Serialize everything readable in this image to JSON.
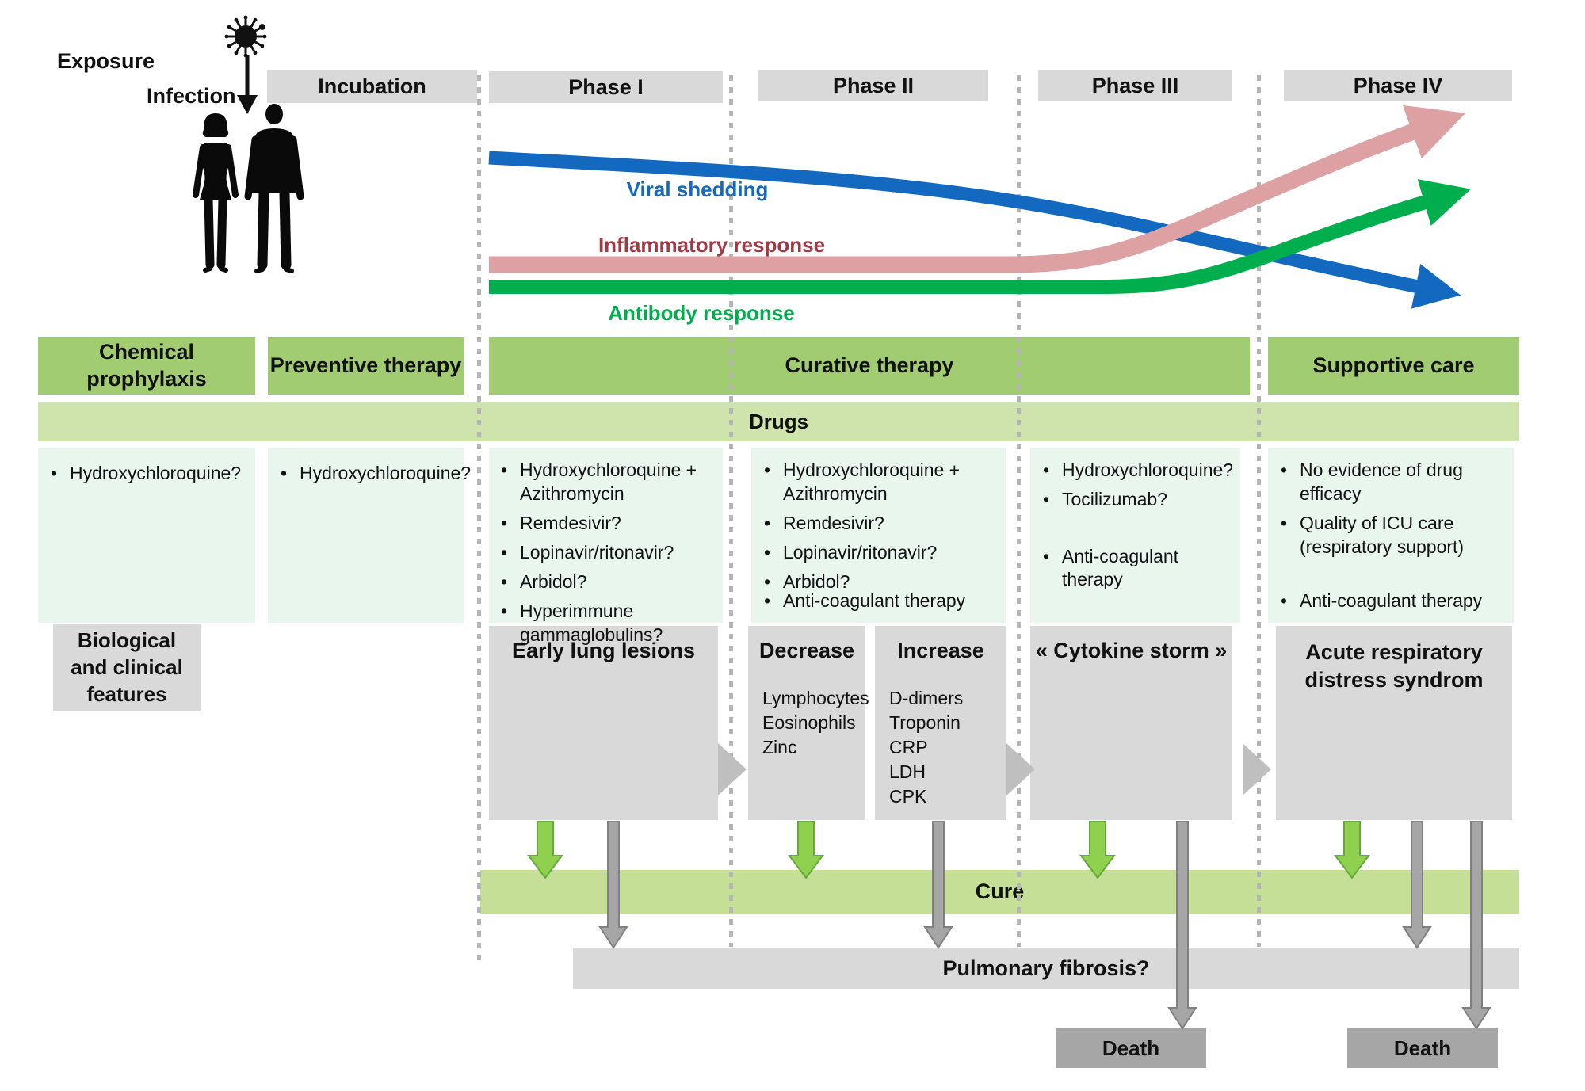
{
  "pre_phase": {
    "exposure": "Exposure",
    "infection": "Infection"
  },
  "phase_headers": [
    "Incubation",
    "Phase I",
    "Phase II",
    "Phase III",
    "Phase IV"
  ],
  "curves": {
    "viral_shedding": {
      "label": "Viral shedding",
      "color": "#1269bf"
    },
    "inflammatory_response": {
      "label": "Inflammatory response",
      "color": "#dda0a3",
      "label_color": "#9e3a44"
    },
    "antibody_response": {
      "label": "Antibody response",
      "color": "#00ae4e"
    }
  },
  "therapy_row": {
    "chemical_prophylaxis": "Chemical prophylaxis",
    "preventive_therapy": "Preventive therapy",
    "curative_therapy": "Curative therapy",
    "supportive_care": "Supportive care"
  },
  "drugs_band_label": "Drugs",
  "drug_columns": {
    "chemical_prophylaxis": [
      "Hydroxychloroquine?"
    ],
    "preventive_therapy": [
      "Hydroxychloroquine?"
    ],
    "phase1": [
      "Hydroxychloroquine + Azithromycin",
      "Remdesivir?",
      "Lopinavir/ritonavir?",
      "Arbidol?",
      "Hyperimmune gammaglobulins?"
    ],
    "phase2": {
      "items": [
        "Hydroxychloroquine + Azithromycin",
        "Remdesivir?",
        "Lopinavir/ritonavir?",
        "Arbidol?"
      ],
      "late": "Anti-coagulant therapy"
    },
    "phase3": {
      "items": [
        "Hydroxychloroquine?",
        "Tocilizumab?"
      ],
      "late": "Anti-coagulant therapy"
    },
    "phase4": {
      "items": [
        "No evidence of drug efficacy",
        "Quality of ICU care (respiratory support)"
      ],
      "late": "Anti-coagulant therapy"
    }
  },
  "features_label": "Biological and clinical features",
  "features": {
    "phase1": {
      "title": "Early lung lesions"
    },
    "phase2_decrease": {
      "title": "Decrease",
      "items": [
        "Lymphocytes",
        "Eosinophils",
        "Zinc"
      ]
    },
    "phase2_increase": {
      "title": "Increase",
      "items": [
        "D-dimers",
        "Troponin",
        "CRP",
        "LDH",
        "CPK"
      ]
    },
    "phase3": {
      "title": "« Cytokine storm »"
    },
    "phase4": {
      "title": "Acute respiratory distress syndrom"
    }
  },
  "outcomes": {
    "cure": "Cure",
    "fibrosis": "Pulmonary fibrosis?",
    "death1": "Death",
    "death2": "Death"
  },
  "colors": {
    "phase_header_bg": "#d9d9d9",
    "therapy_green": "#a2cc71",
    "drugs_band_green": "#cfe3ad",
    "drug_list_bg": "#e9f6ee",
    "feature_box_bg": "#d9d9d9",
    "cure_bar_green": "#c5e096",
    "fibrosis_bar_gray": "#d9d9d9",
    "death_box_gray": "#a6a6a6",
    "viral_blue": "#1269bf",
    "inflammatory_pink": "#dda0a3",
    "inflammatory_label": "#9e3a44",
    "antibody_green": "#00ae4e",
    "green_arrow": "#8fd04f",
    "gray_arrow": "#a6a6a6"
  }
}
